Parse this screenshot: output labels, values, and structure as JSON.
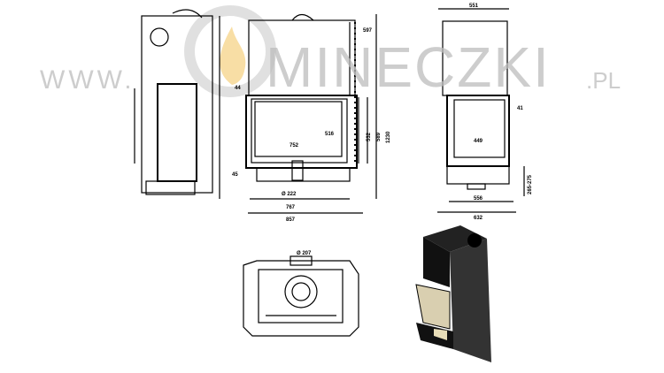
{
  "watermark": {
    "prefix": "WWW.",
    "brand": "MINECZKI",
    "suffix": ".PL"
  },
  "front_view": {
    "dimensions": {
      "top_offset": "44",
      "upper_height": "597",
      "glass_width": "752",
      "glass_height": "516",
      "opening_h1": "532",
      "opening_h2": "589",
      "total_height": "1230",
      "bottom_offset": "45",
      "flue_diameter": "Ø 222",
      "base_width": "767",
      "total_width": "857"
    }
  },
  "side_view": {
    "dimensions": {
      "total_depth": "551",
      "right_offset": "41",
      "glass_width": "449",
      "base_height": "265-275",
      "base_depth": "556",
      "total_depth_bottom": "632"
    }
  },
  "top_view": {
    "dimensions": {
      "flue_diameter": "Ø 207"
    }
  },
  "colors": {
    "line": "#000000",
    "watermark": "#bdbdbd",
    "flame": "#f5c96a"
  }
}
